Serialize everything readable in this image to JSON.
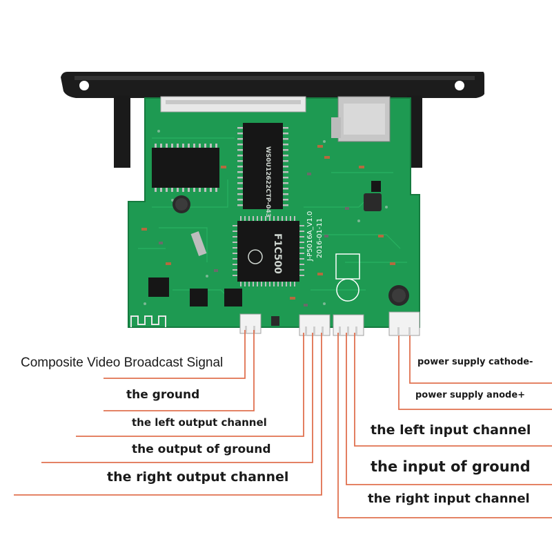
{
  "board": {
    "main_chip": "F1C500",
    "memory_chip": "WS0U12622CTP-043",
    "version_text": "J-P5016A_V1.0",
    "date_text": "2016-01-11"
  },
  "labels": {
    "cvbs": "Composite Video Broadcast Signal",
    "ground": "the ground",
    "left_output": "the left output channel",
    "output_ground": "the output of ground",
    "right_output": "the right output channel",
    "power_cathode": "power supply cathode-",
    "power_anode": "power supply anode+",
    "left_input": "the left input channel",
    "input_ground": "the input of ground",
    "right_input": "the right input channel"
  },
  "colors": {
    "pcb": "#1e9a52",
    "leader_line": "#e0704f",
    "bezel": "#1a1a1a"
  }
}
